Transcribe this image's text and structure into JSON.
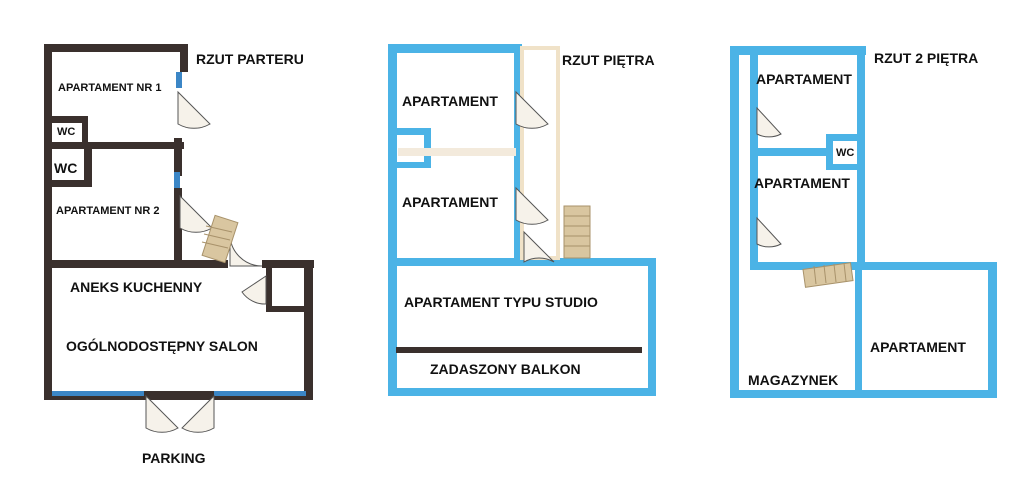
{
  "colors": {
    "ground_wall": "#3a302d",
    "upper_wall": "#4bb3e6",
    "window": "#3b86c6",
    "wood": "#d9c6a0",
    "door_fill": "#f6f2ea",
    "light_beam": "#f3eadc",
    "text": "#111111"
  },
  "plans": {
    "ground": {
      "title": "RZUT PARTERU",
      "rooms": {
        "apt1": "APARTAMENT NR 1",
        "wc1": "WC",
        "wc2": "WC",
        "apt2": "APARTAMENT NR 2",
        "kitchen": "ANEKS KUCHENNY",
        "salon": "OGÓLNODOSTĘPNY SALON"
      },
      "outside": "PARKING"
    },
    "first": {
      "title": "RZUT PIĘTRA",
      "rooms": {
        "apt_top": "APARTAMENT",
        "apt_mid": "APARTAMENT",
        "studio": "APARTAMENT  TYPU STUDIO",
        "balcony": "ZADASZONY BALKON"
      }
    },
    "second": {
      "title": "RZUT 2 PIĘTRA",
      "rooms": {
        "apt_top": "APARTAMENT",
        "wc": "WC",
        "apt_mid": "APARTAMENT",
        "apt_right": "APARTAMENT",
        "storage": "MAGAZYNEK"
      }
    }
  }
}
